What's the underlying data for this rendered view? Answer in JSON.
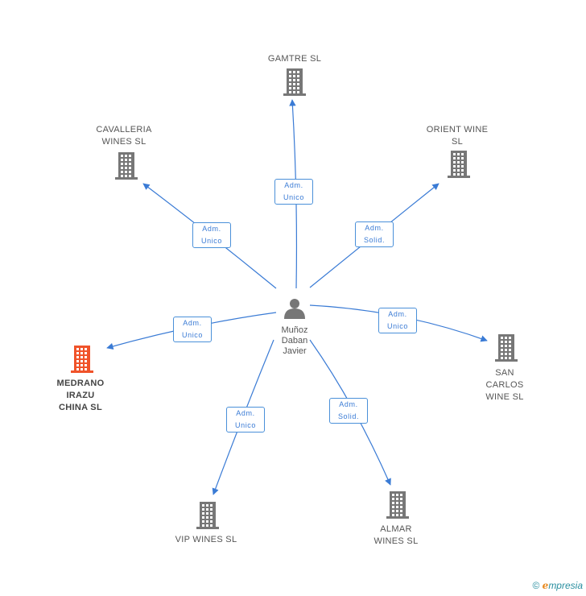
{
  "center": {
    "name": "Muñoz\nDaban\nJavier"
  },
  "nodes": [
    {
      "id": "gamtre",
      "label": "GAMTRE SL",
      "highlight": false,
      "edge_label": "Adm.\nUnico"
    },
    {
      "id": "cavalleria",
      "label": "CAVALLERIA\nWINES SL",
      "highlight": false,
      "edge_label": "Adm.\nUnico"
    },
    {
      "id": "orient",
      "label": "ORIENT WINE\nSL",
      "highlight": false,
      "edge_label": "Adm.\nSolid."
    },
    {
      "id": "medrano",
      "label": "MEDRANO\nIRAZU\nCHINA  SL",
      "highlight": true,
      "edge_label": "Adm.\nUnico"
    },
    {
      "id": "sancarlos",
      "label": "SAN\nCARLOS\nWINE  SL",
      "highlight": false,
      "edge_label": "Adm.\nUnico"
    },
    {
      "id": "vip",
      "label": "VIP WINES SL",
      "highlight": false,
      "edge_label": "Adm.\nUnico"
    },
    {
      "id": "almar",
      "label": "ALMAR\nWINES SL",
      "highlight": false,
      "edge_label": "Adm.\nSolid."
    }
  ],
  "colors": {
    "edge": "#3a7bd5",
    "building": "#777777",
    "building_highlight": "#f0532a",
    "person": "#777777"
  },
  "footer": {
    "copyright": "©",
    "brand_initial": "e",
    "brand_rest": "mpresia"
  }
}
